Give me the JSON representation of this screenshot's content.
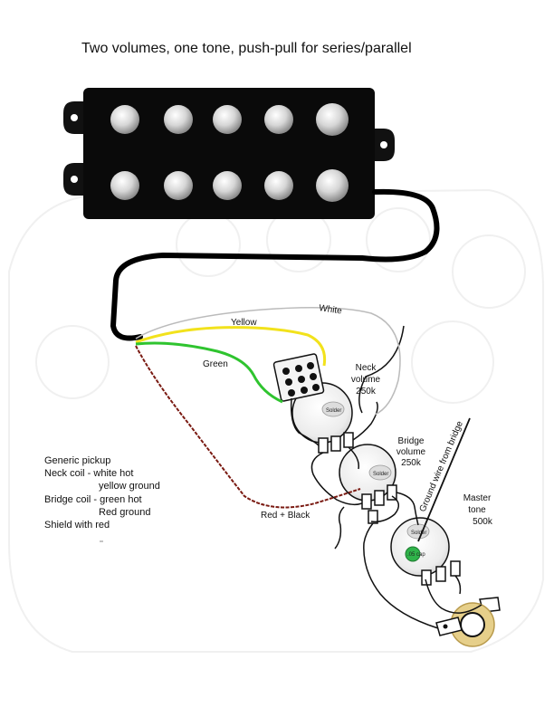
{
  "title": "Two volumes, one tone, push-pull for series/parallel",
  "wire_labels": {
    "white": "White",
    "yellow": "Yellow",
    "green": "Green",
    "red_black": "Red + Black",
    "ground_bridge": "Ground wire from bridge"
  },
  "components": {
    "neck_volume": [
      "Neck",
      "volume",
      "250k"
    ],
    "bridge_volume": [
      "Bridge",
      "volume",
      "250k"
    ],
    "master_tone": [
      "Master",
      "tone",
      "500k"
    ]
  },
  "solder_label": "Solder",
  "capacitor_label": ".05 cap",
  "legend": [
    "Generic pickup",
    "Neck coil - white hot",
    "yellow ground",
    "Bridge coil - green hot",
    "Red ground",
    "Shield with red"
  ],
  "colors": {
    "black_wire": "#000000",
    "white_wire": "#bbbbbb",
    "yellow_wire": "#f2e21c",
    "green_wire": "#2fc42f",
    "red_black_wire": "#7a1a12",
    "capacitor": "#2fb34a",
    "jack_ring": "#e6cf8a"
  }
}
